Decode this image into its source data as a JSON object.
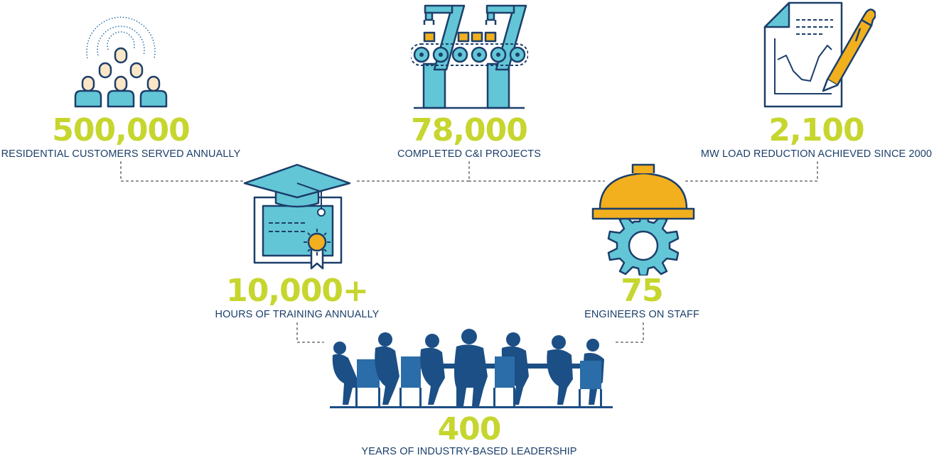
{
  "stats": {
    "residential": {
      "number": "500,000",
      "label": "RESIDENTIAL CUSTOMERS SERVED ANNUALLY",
      "icon": "audience-icon"
    },
    "projects": {
      "number": "78,000",
      "label": "COMPLETED C&I PROJECTS",
      "icon": "assembly-line-icon"
    },
    "load": {
      "number": "2,100",
      "label": "MW LOAD REDUCTION ACHIEVED SINCE 2000",
      "icon": "chart-report-icon"
    },
    "training": {
      "number": "10,000+",
      "label": "HOURS OF TRAINING ANNUALLY",
      "icon": "graduation-certificate-icon"
    },
    "engineers": {
      "number": "75",
      "label": "ENGINEERS ON STAFF",
      "icon": "hardhat-gear-icon"
    },
    "leadership": {
      "number": "400",
      "label": "YEARS OF INDUSTRY-BASED LEADERSHIP",
      "icon": "meeting-team-icon"
    }
  },
  "colors": {
    "accent_green": "#c6d62f",
    "navy": "#1c3f6b",
    "teal": "#63c6d6",
    "yellow": "#f2b01e",
    "skin": "#fbe7c6"
  }
}
